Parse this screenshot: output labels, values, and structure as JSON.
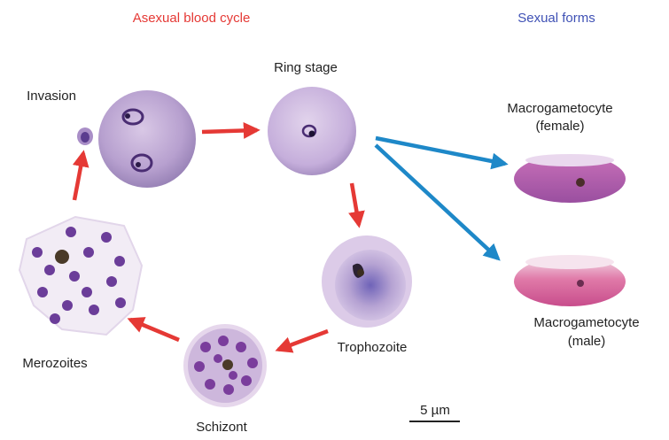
{
  "headers": {
    "asexual": "Asexual blood cycle",
    "sexual": "Sexual forms"
  },
  "labels": {
    "invasion": "Invasion",
    "ring_stage": "Ring stage",
    "trophozoite": "Trophozoite",
    "schizont": "Schizont",
    "merozoites": "Merozoites",
    "female_line1": "Macrogametocyte",
    "female_line2": "(female)",
    "male_line1": "Macrogametocyte",
    "male_line2": "(male)"
  },
  "scale_bar": "5 µm",
  "colors": {
    "asexual_header": "#e53935",
    "sexual_header": "#3f51b5",
    "asexual_arrow": "#e53935",
    "sexual_arrow": "#1e88c8"
  }
}
